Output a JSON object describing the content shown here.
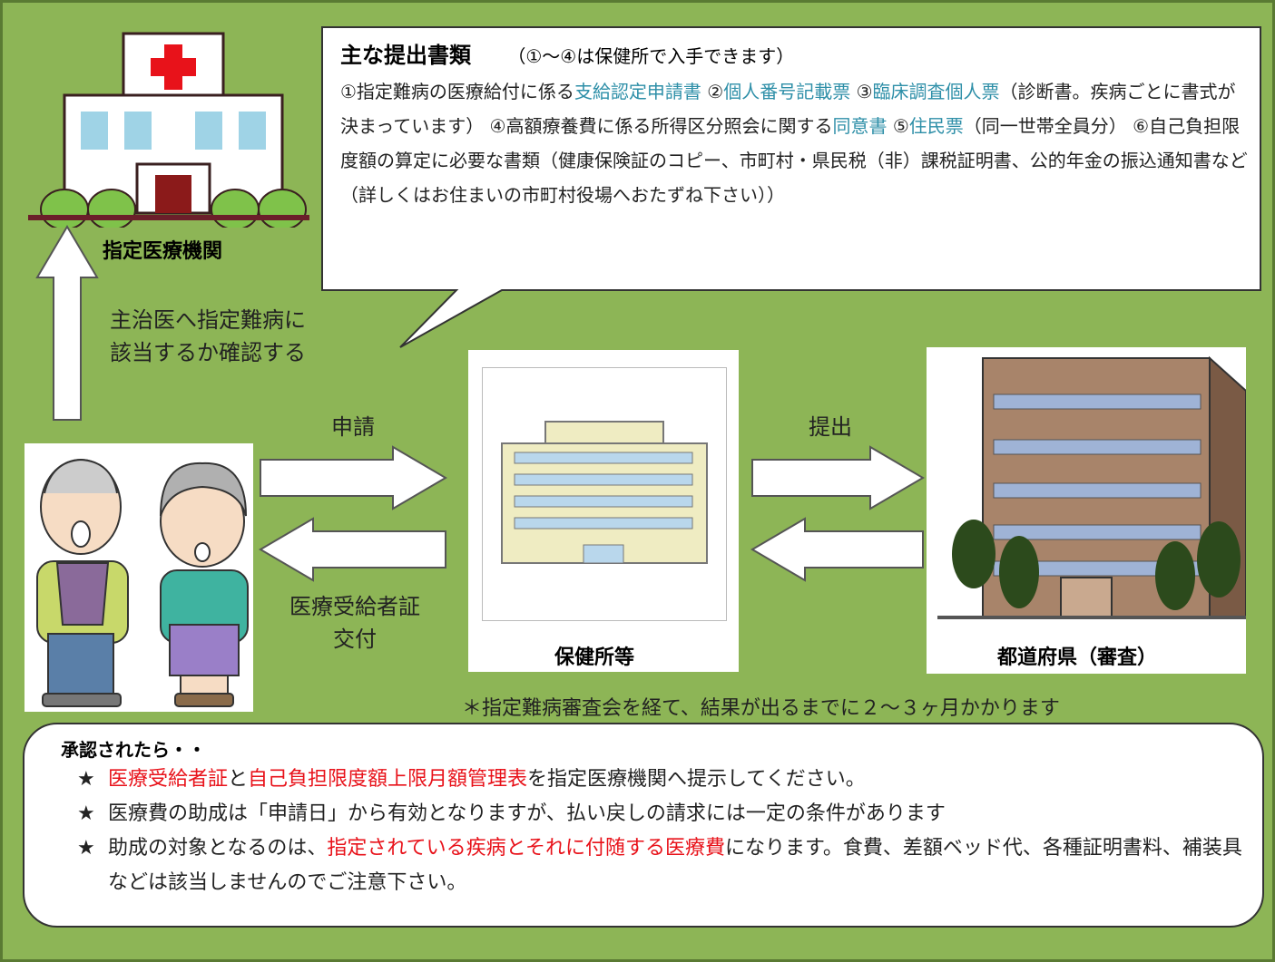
{
  "docs": {
    "title": "主な提出書類",
    "note": "（①～④は保健所で入手できます）",
    "segments": [
      {
        "text": "①指定難病の医療給付に係る",
        "hl": false
      },
      {
        "text": "支給認定申請書",
        "hl": true
      },
      {
        "text": " ②",
        "hl": false
      },
      {
        "text": "個人番号記載票",
        "hl": true
      },
      {
        "text": " ③",
        "hl": false
      },
      {
        "text": "臨床調査個人票",
        "hl": true
      },
      {
        "text": "（診断書。疾病ごとに書式が決まっています） ④高額療養費に係る所得区分照会に関する",
        "hl": false
      },
      {
        "text": "同意書",
        "hl": true
      },
      {
        "text": " ⑤",
        "hl": false
      },
      {
        "text": "住民票",
        "hl": true
      },
      {
        "text": "（同一世帯全員分） ⑥自己負担限度額の算定に必要な書類（健康保険証のコピー、市町村・県民税（非）課税証明書、公的年金の振込通知書など（詳しくはお住まいの市町村役場へおたずね下さい））",
        "hl": false
      }
    ]
  },
  "labels": {
    "hospital": "指定医療機関",
    "confirm_line1": "主治医へ指定難病に",
    "confirm_line2": "該当するか確認する",
    "apply": "申請",
    "issue_line1": "医療受給者証",
    "issue_line2": "交付",
    "submit": "提出",
    "health_center": "保健所等",
    "prefecture": "都道府県（審査）",
    "review_note": "＊指定難病審査会を経て、結果が出るまでに２～３ヶ月かかります"
  },
  "approval": {
    "title": "承認されたら・・",
    "star": "★",
    "items": [
      {
        "segments": [
          {
            "text": "医療受給者証",
            "hl": true
          },
          {
            "text": "と",
            "hl": false
          },
          {
            "text": "自己負担限度額上限月額管理表",
            "hl": true
          },
          {
            "text": "を指定医療機関へ提示してください。",
            "hl": false
          }
        ]
      },
      {
        "segments": [
          {
            "text": "医療費の助成は「申請日」から有効となりますが、払い戻しの請求には一定の条件があります",
            "hl": false
          }
        ]
      },
      {
        "segments": [
          {
            "text": "助成の対象となるのは、",
            "hl": false
          },
          {
            "text": "指定されている疾病とそれに付随する医療費",
            "hl": true
          },
          {
            "text": "になります。食費、差額ベッド代、各種証明書料、補装具などは該当しませんのでご注意下さい。",
            "hl": false
          }
        ]
      }
    ]
  },
  "colors": {
    "background": "#8db556",
    "highlight_blue": "#2e8fa8",
    "highlight_red": "#e8121a"
  }
}
